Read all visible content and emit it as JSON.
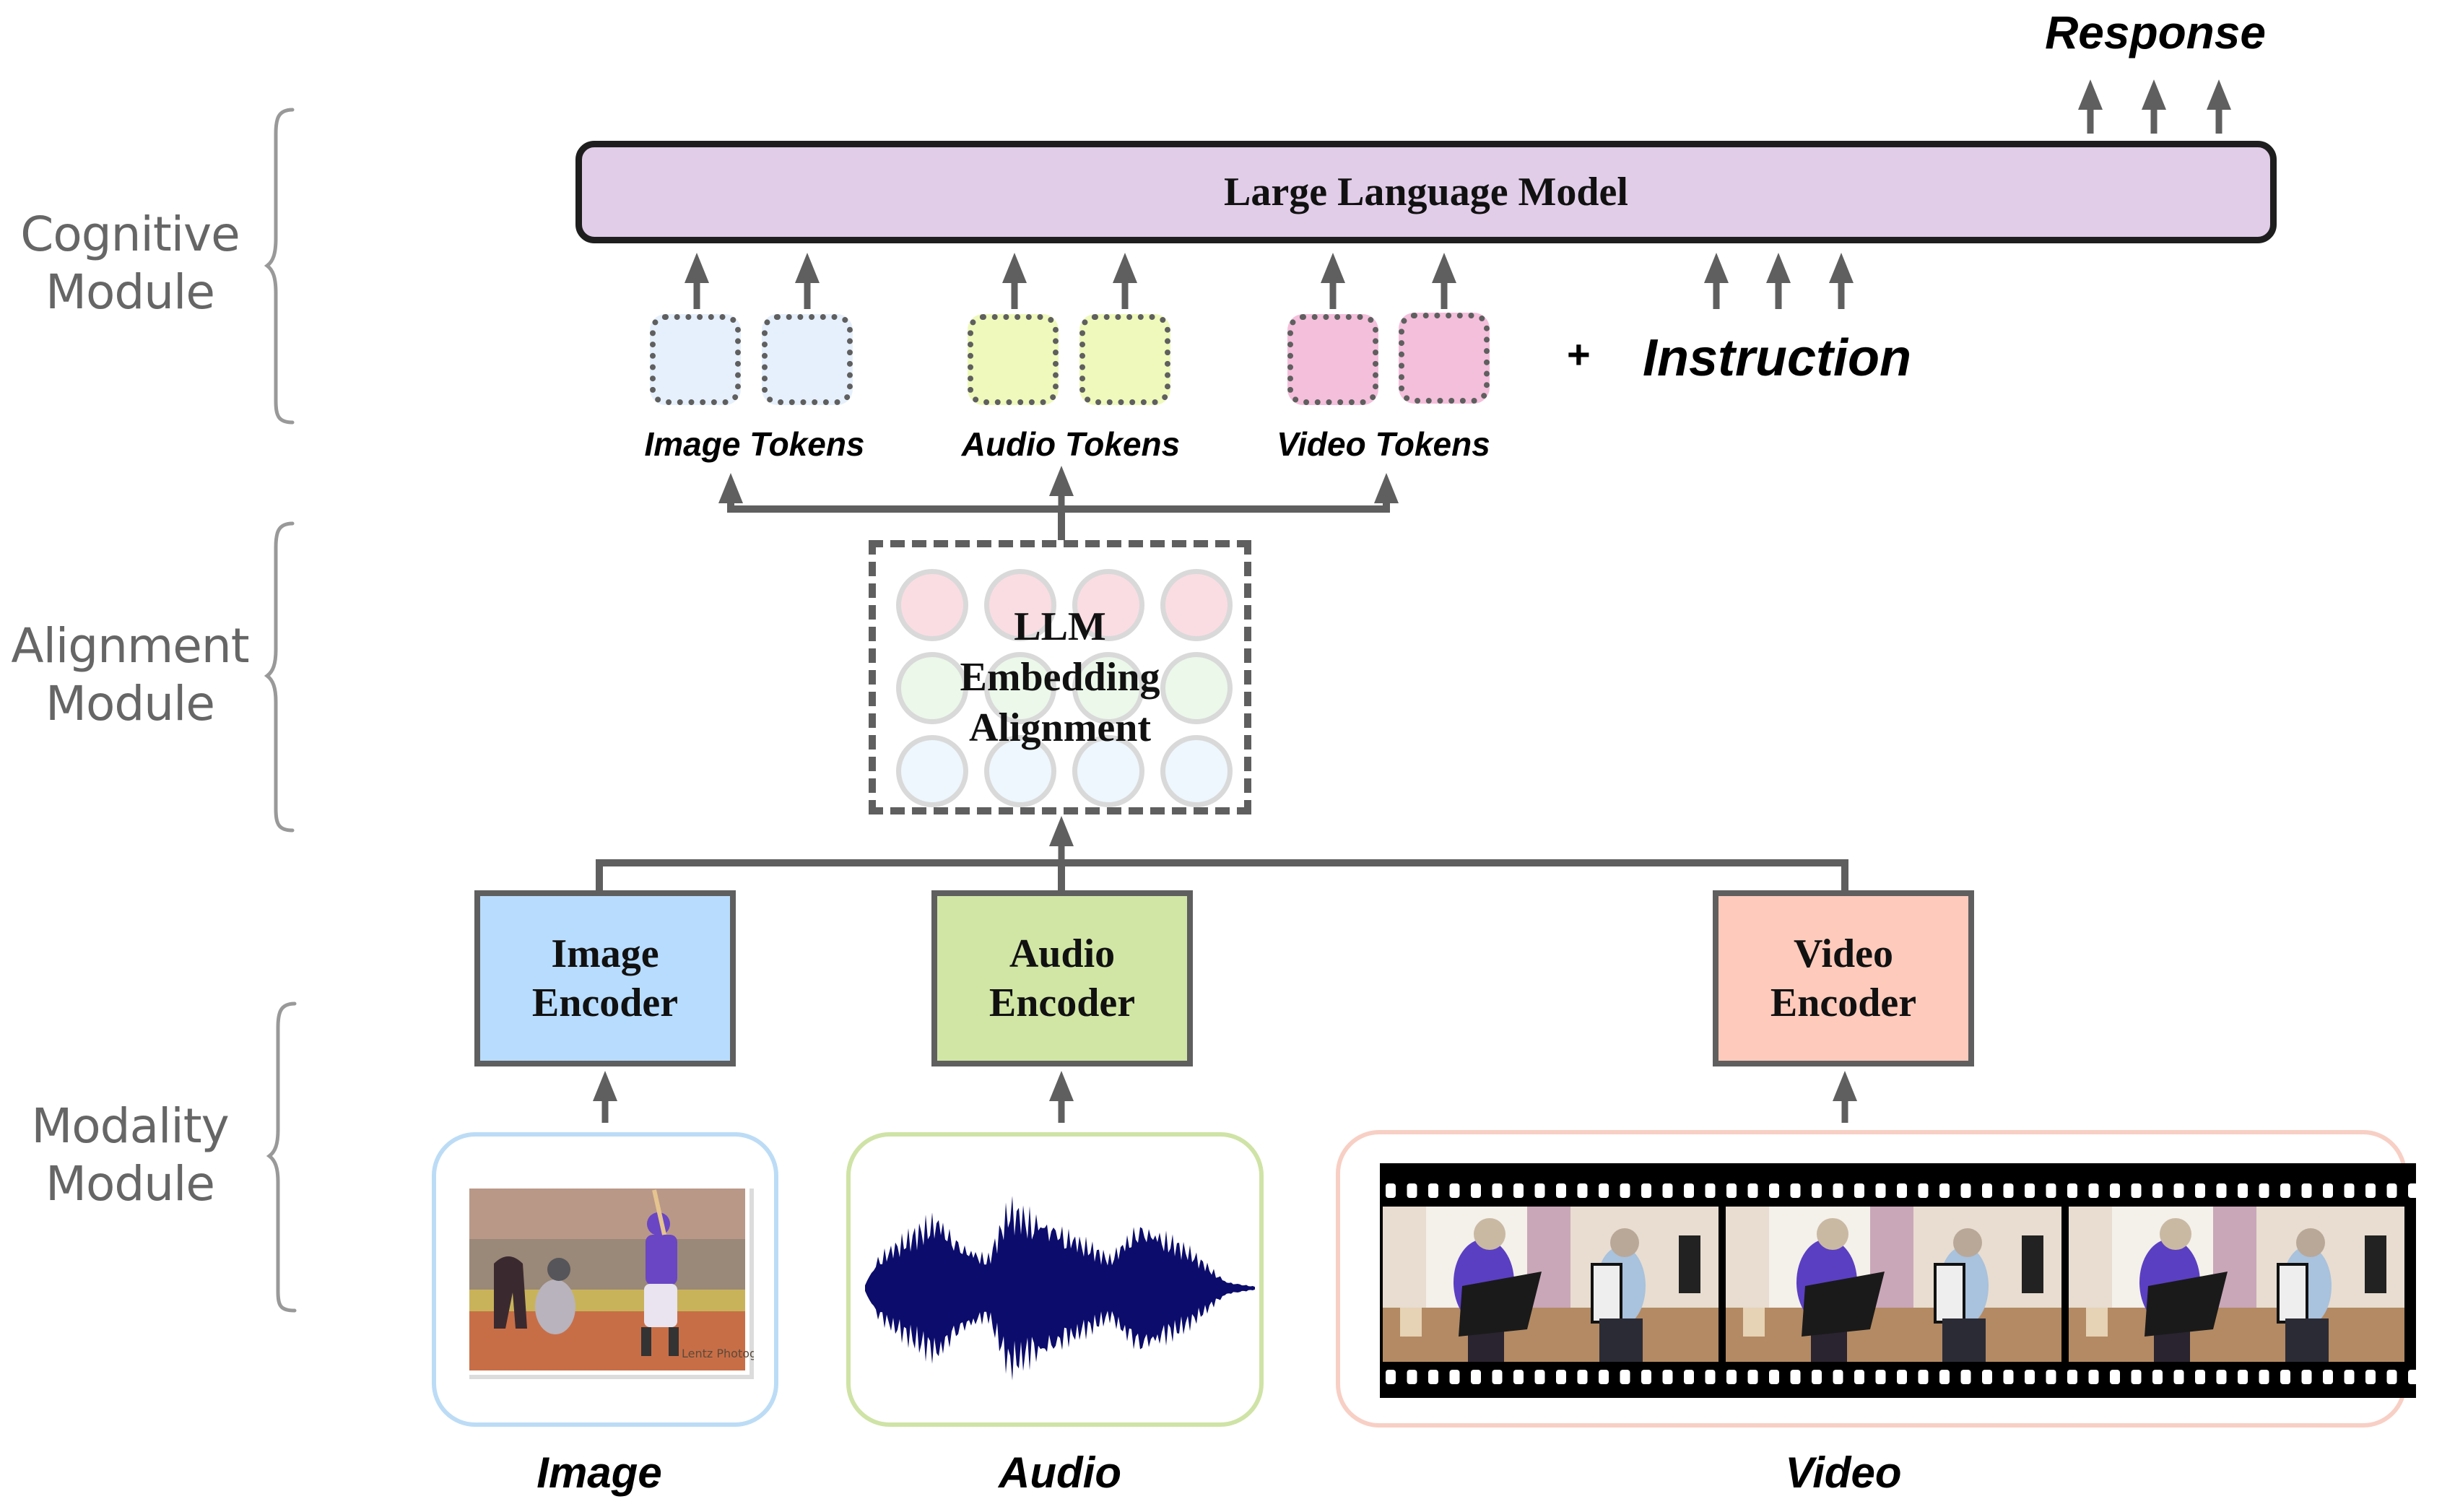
{
  "modules": {
    "cognitive": {
      "line1": "Cognitive",
      "line2": "Module"
    },
    "alignment": {
      "line1": "Alignment",
      "line2": "Module"
    },
    "modality": {
      "line1": "Modality",
      "line2": "Module"
    }
  },
  "cognitive": {
    "response_label": "Response",
    "llm_label": "Large Language Model",
    "plus": "+",
    "instruction_label": "Instruction",
    "token_groups": [
      {
        "label": "Image Tokens",
        "color": "#e6f0fc"
      },
      {
        "label": "Audio Tokens",
        "color": "#eef9bb"
      },
      {
        "label": "Video Tokens",
        "color": "#f4bfdb"
      }
    ]
  },
  "alignment": {
    "line1": "LLM",
    "line2": "Embedding",
    "line3": "Alignment",
    "circle_row_colors": [
      "#fadde3",
      "#ebf8ea",
      "#eef7fd"
    ]
  },
  "encoders": [
    {
      "line1": "Image",
      "line2": "Encoder",
      "color": "#b8dcfd"
    },
    {
      "line1": "Audio",
      "line2": "Encoder",
      "color": "#d1e6a5"
    },
    {
      "line1": "Video",
      "line2": "Encoder",
      "color": "#fdcabb"
    }
  ],
  "inputs": [
    {
      "label": "Image",
      "border_color": "#bcdcf6",
      "content": "baseball-photo",
      "watermark": "Lentz Photography"
    },
    {
      "label": "Audio",
      "border_color": "#cfe3a6",
      "content": "audio-waveform",
      "waveform_color": "#0b0c6b"
    },
    {
      "label": "Video",
      "border_color": "#f8cfc4",
      "content": "film-strip-3-frames"
    }
  ],
  "colors": {
    "arrow": "#5f5f5f",
    "llm_fill": "#e1cde8",
    "llm_border": "#1e1e1e",
    "module_label": "#666666"
  }
}
